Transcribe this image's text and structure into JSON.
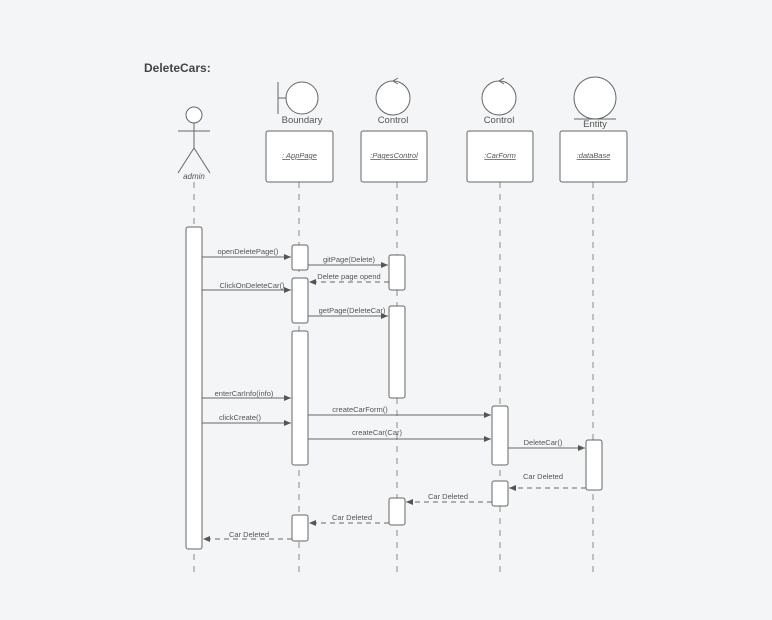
{
  "title": "DeleteCars:",
  "actor": {
    "label": "admin"
  },
  "participants": [
    {
      "id": "apppage",
      "type": "boundary",
      "stereotype": "Boundary",
      "name": ": AppPage"
    },
    {
      "id": "pagescontrol",
      "type": "control",
      "stereotype": "Control",
      "name": ":PagesControl"
    },
    {
      "id": "carform",
      "type": "control",
      "stereotype": "Control",
      "name": ":CarForm"
    },
    {
      "id": "database",
      "type": "entity",
      "stereotype": "Entity",
      "name": ":dataBase"
    }
  ],
  "messages": [
    {
      "label": "openDeletePage()",
      "from": "admin",
      "to": "apppage",
      "kind": "sync"
    },
    {
      "label": "gitPage(Delete)",
      "from": "apppage",
      "to": "pagescontrol",
      "kind": "sync"
    },
    {
      "label": "Delete page opend",
      "from": "pagescontrol",
      "to": "apppage",
      "kind": "return"
    },
    {
      "label": "ClickOnDeleteCar()",
      "from": "admin",
      "to": "apppage",
      "kind": "sync"
    },
    {
      "label": "getPage(DeleteCar)",
      "from": "apppage",
      "to": "pagescontrol",
      "kind": "sync"
    },
    {
      "label": "enterCarInfo(info)",
      "from": "admin",
      "to": "apppage",
      "kind": "sync"
    },
    {
      "label": "createCarForm()",
      "from": "apppage",
      "to": "carform",
      "kind": "sync"
    },
    {
      "label": "clickCreate()",
      "from": "admin",
      "to": "apppage",
      "kind": "sync"
    },
    {
      "label": "createCar(Car)",
      "from": "apppage",
      "to": "carform",
      "kind": "sync"
    },
    {
      "label": "DeleteCar()",
      "from": "carform",
      "to": "database",
      "kind": "sync"
    },
    {
      "label": "Car Deleted",
      "from": "database",
      "to": "carform",
      "kind": "return"
    },
    {
      "label": "Car Deleted",
      "from": "carform",
      "to": "pagescontrol",
      "kind": "return"
    },
    {
      "label": "Car Deleted",
      "from": "pagescontrol",
      "to": "apppage",
      "kind": "return"
    },
    {
      "label": "Car Deleted",
      "from": "apppage",
      "to": "admin",
      "kind": "return"
    }
  ],
  "colors": {
    "line": "#666666",
    "fill": "#ffffff",
    "background": "#f4f5f7"
  }
}
